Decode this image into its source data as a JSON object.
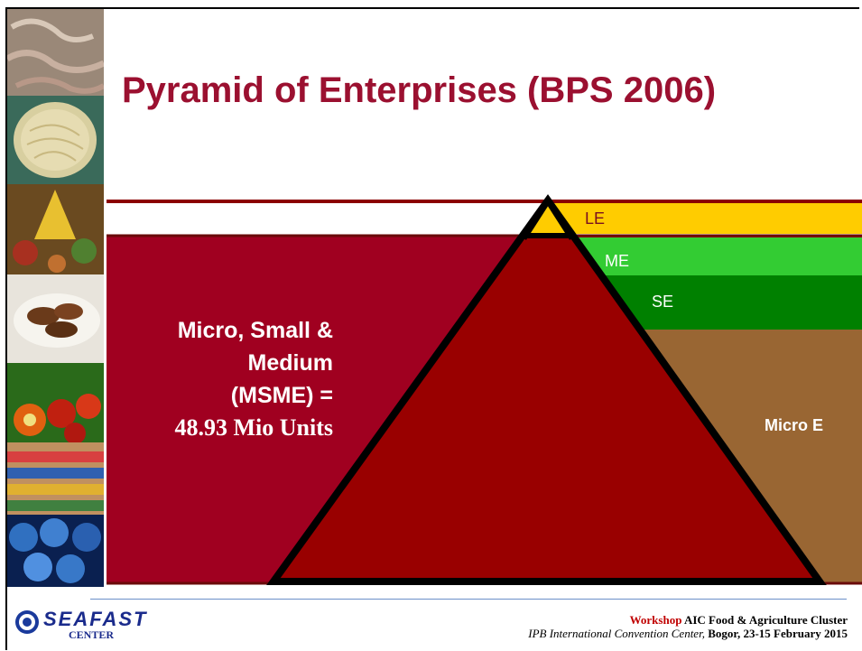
{
  "slide": {
    "title": "Pyramid of Enterprises  (BPS 2006)"
  },
  "pyramid": {
    "left_label": {
      "line1": "Micro, Small &",
      "line2": "Medium",
      "line3": "(MSME) =",
      "line4": "48.93 Mio Units"
    },
    "levels": [
      {
        "label": "LE",
        "color": "#ffcc00",
        "text_color": "#7a1020"
      },
      {
        "label": "ME",
        "color": "#33cc33",
        "text_color": "#ffffff"
      },
      {
        "label": "SE",
        "color": "#008000",
        "text_color": "#ffffff"
      },
      {
        "label": "Micro E",
        "color": "#996633",
        "text_color": "#ffffff"
      }
    ],
    "msme_color": "#a00020",
    "pyramid_color": "#990000"
  },
  "logo": {
    "name": "SEAFAST",
    "sub": "CENTER"
  },
  "footer": {
    "workshop": "Workshop",
    "event": " AIC Food & Agriculture Cluster",
    "venue": "IPB International Convention Center,",
    "location": " Bogor, 23-15 February 2015"
  },
  "photos": [
    {
      "icon": "shrimp-photo",
      "color": "#8a7a6a"
    },
    {
      "icon": "noodles-photo",
      "color": "#c8b98a"
    },
    {
      "icon": "rice-dish-photo",
      "color": "#b8862a"
    },
    {
      "icon": "satay-photo",
      "color": "#7a4a2a"
    },
    {
      "icon": "palm-fruit-photo",
      "color": "#c84a10"
    },
    {
      "icon": "supermarket-shelf-photo",
      "color": "#a07050"
    },
    {
      "icon": "cans-photo",
      "color": "#2050a0"
    }
  ]
}
